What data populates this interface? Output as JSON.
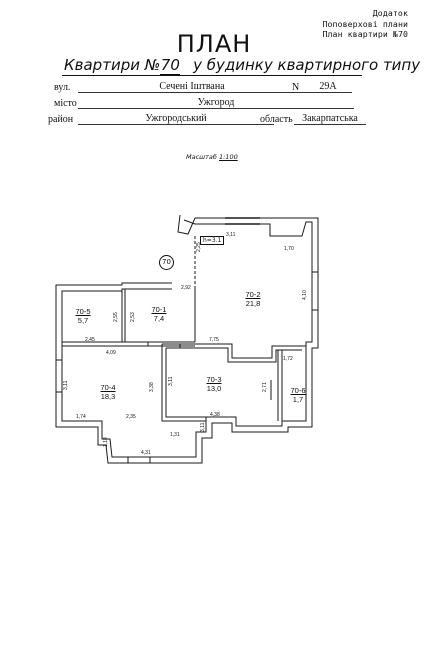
{
  "header": {
    "corner_lines": [
      "Додаток",
      "Поповерхові плани",
      "План квартири №70"
    ],
    "title": "ПЛАН",
    "subtitle_prefix": "Квартири №",
    "apartment_no": "70",
    "subtitle_suffix": "у будинку квартирного типу"
  },
  "address": {
    "street_label": "вул.",
    "street_value": "Сечені Іштвана",
    "number_label": "N",
    "number_value": "29А",
    "city_label": "місто",
    "city_value": "Ужгород",
    "district_label": "район",
    "district_value": "Ужгородський",
    "region_label": "область",
    "region_value": "Закарпатська"
  },
  "scale": {
    "label": "Масштаб",
    "value": "1:100"
  },
  "plan": {
    "ceiling_height": "h=3.1",
    "apartment_marker": "70",
    "rooms": [
      {
        "id": "70-1",
        "area": "7,4"
      },
      {
        "id": "70-2",
        "area": "21,8"
      },
      {
        "id": "70-3",
        "area": "13,0"
      },
      {
        "id": "70-4",
        "area": "18,3"
      },
      {
        "id": "70-5",
        "area": "5,7"
      },
      {
        "id": "70-6",
        "area": "1,7"
      }
    ],
    "dimensions": {
      "d1": "3,11",
      "d2": "2,25",
      "d3": "1,70",
      "d4": "2,92",
      "d5": "4,10",
      "d6": "2,55",
      "d7": "2,53",
      "d8": "2,45",
      "d9": "4,09",
      "d10": "7,75",
      "d11": "1,72",
      "d12": "3,11",
      "d13": "3,38",
      "d14": "3,11",
      "d15": "2,71",
      "d16": "1,74",
      "d17": "2,35",
      "d18": "4,38",
      "d19": "3,11",
      "d20": "1,31",
      "d21": "1,18",
      "d22": "4,31"
    }
  }
}
